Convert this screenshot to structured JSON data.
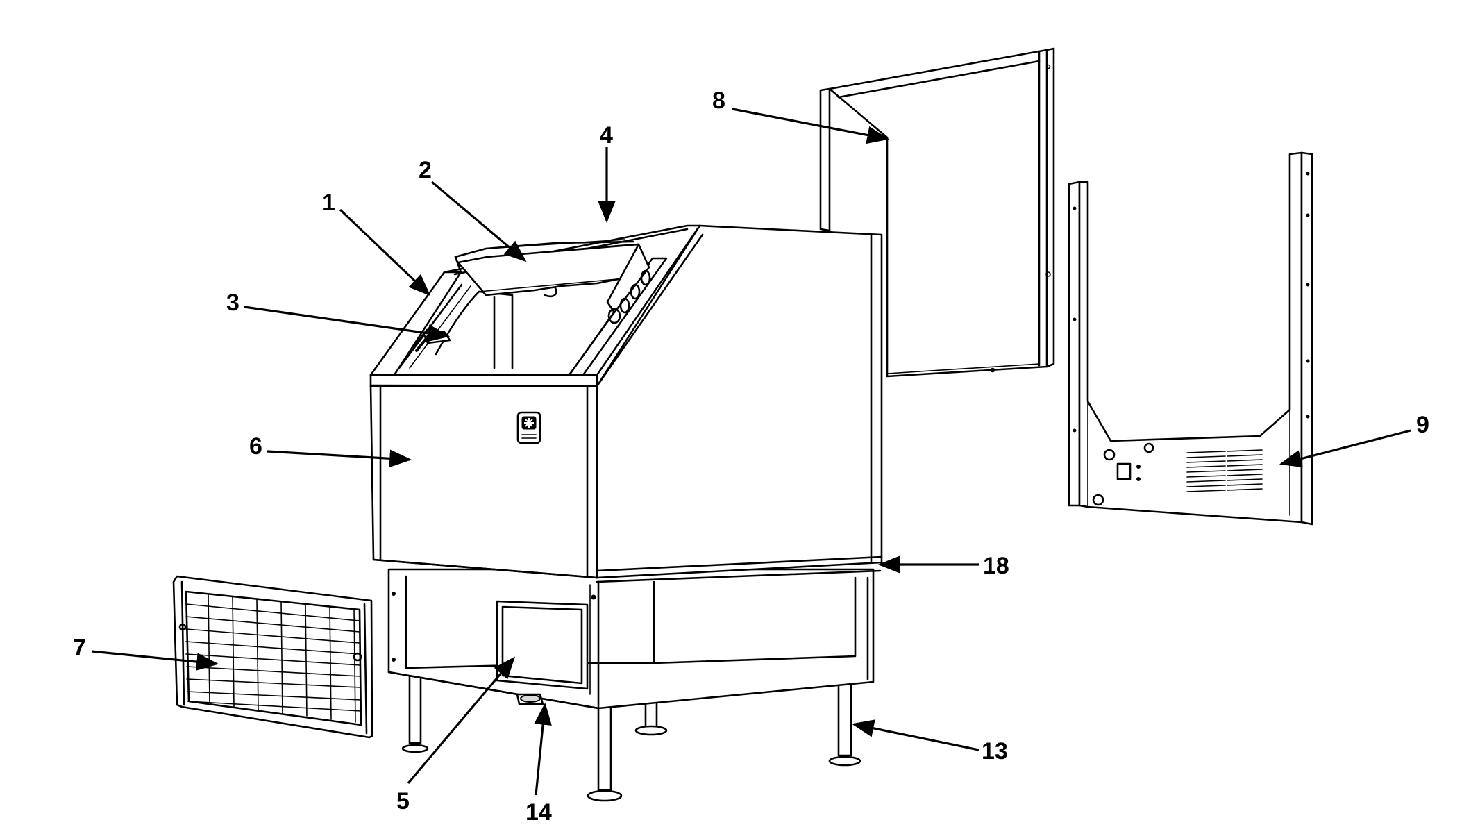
{
  "diagram": {
    "callouts": [
      {
        "id": "c1",
        "label": "1"
      },
      {
        "id": "c2",
        "label": "2"
      },
      {
        "id": "c3",
        "label": "3"
      },
      {
        "id": "c4",
        "label": "4"
      },
      {
        "id": "c5",
        "label": "5"
      },
      {
        "id": "c6",
        "label": "6"
      },
      {
        "id": "c7",
        "label": "7"
      },
      {
        "id": "c8",
        "label": "8"
      },
      {
        "id": "c9",
        "label": "9"
      },
      {
        "id": "c13",
        "label": "13"
      },
      {
        "id": "c14",
        "label": "14"
      },
      {
        "id": "c18",
        "label": "18"
      }
    ]
  }
}
